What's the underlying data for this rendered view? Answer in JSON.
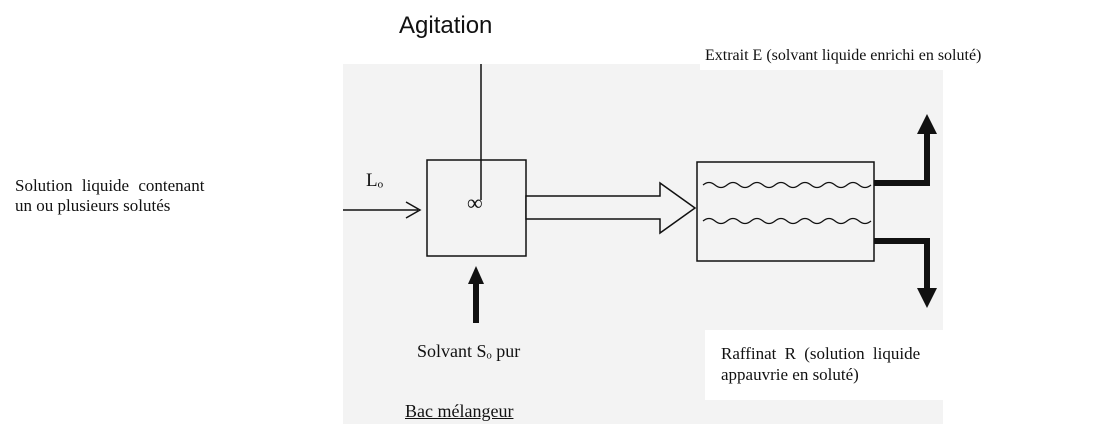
{
  "labels": {
    "agitation": "Agitation",
    "extrait": "Extrait E (solvant liquide enrichi en soluté)",
    "solution_line1": "Solution liquide contenant",
    "solution_line2": "un ou plusieurs solutés",
    "feed": "Lₒ",
    "mixer_symbol": "∞",
    "solvant": "Solvant Sₒ pur",
    "bac": "Bac mélangeur",
    "raffinat_line1": "Raffinat R (solution liquide",
    "raffinat_line2": "appauvrie en soluté)"
  },
  "colors": {
    "line": "#111111",
    "panel": "#f3f3f3"
  }
}
